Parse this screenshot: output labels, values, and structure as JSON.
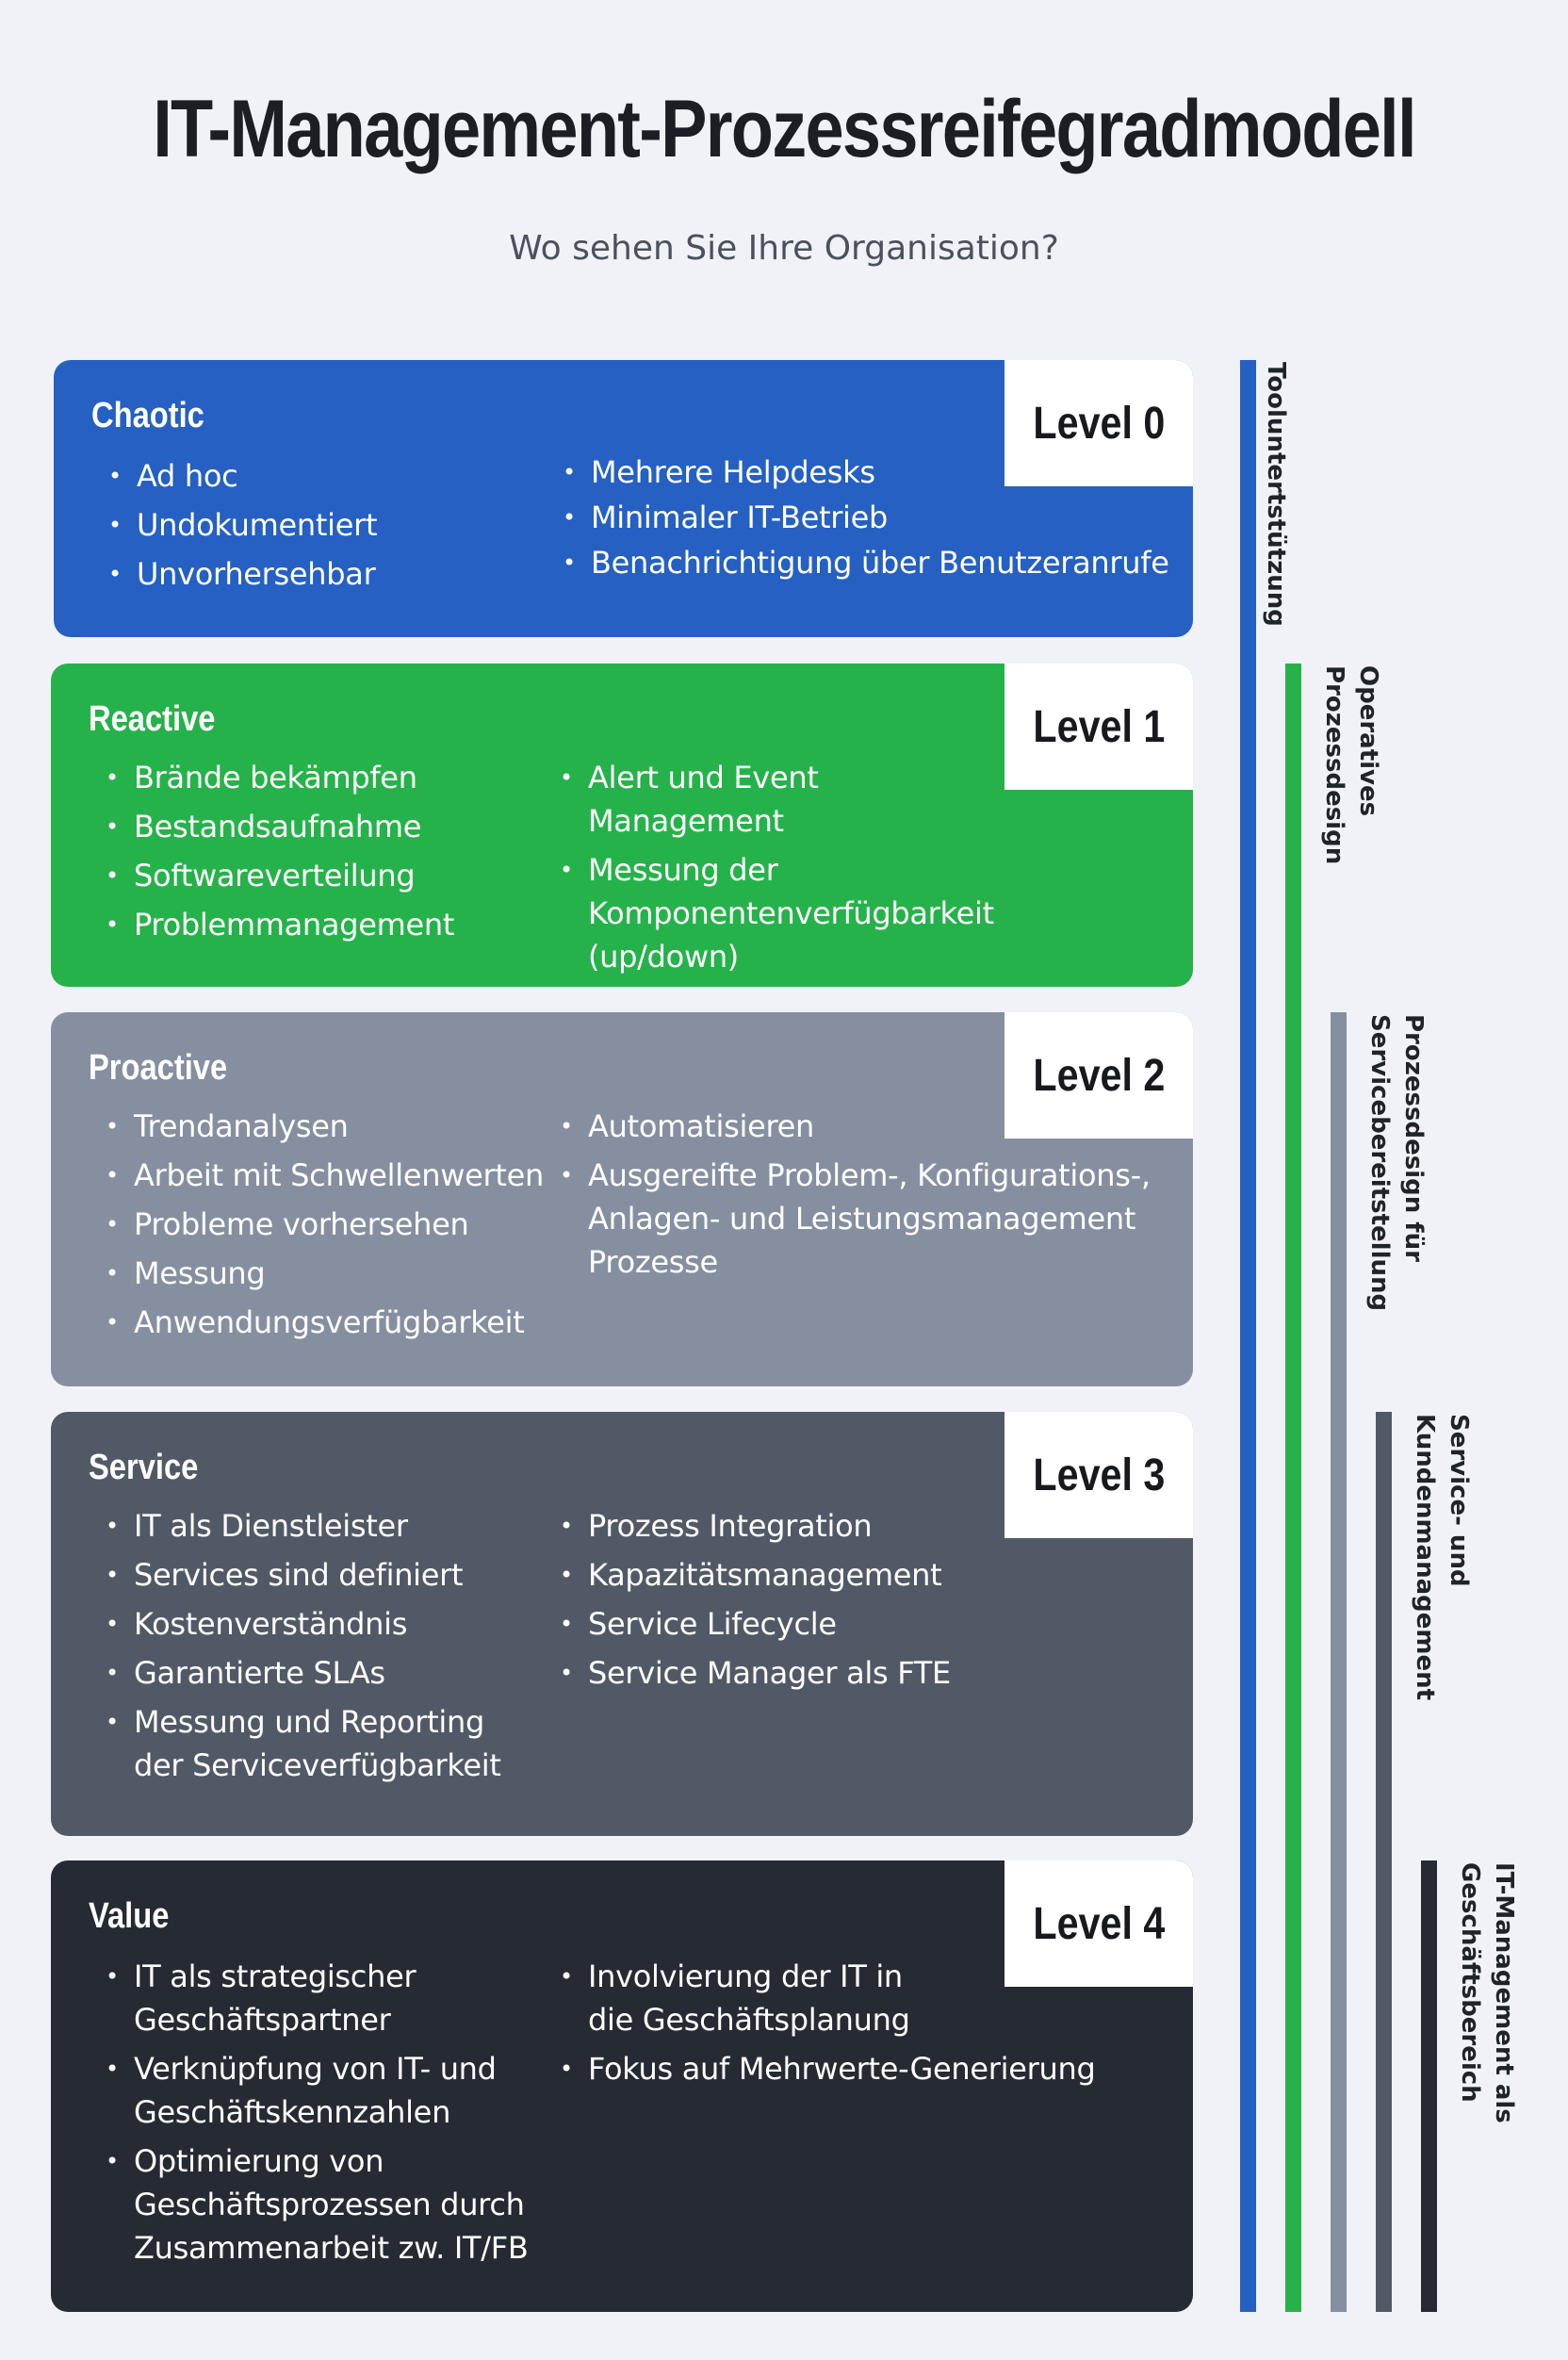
{
  "header": {
    "title": "IT-Management-Prozessreifegradmodell",
    "subtitle": "Wo sehen Sie Ihre Organisation?"
  },
  "levels": [
    {
      "name": "Chaotic",
      "level": "Level 0",
      "color": "#2560c2",
      "left_items": [
        "Ad hoc",
        "Undokumentiert",
        "Unvorhersehbar"
      ],
      "right_items": [
        "Mehrere Helpdesks",
        "Minimaler IT-Betrieb",
        "Benachrichtigung über Benutzeranrufe"
      ]
    },
    {
      "name": "Reactive",
      "level": "Level 1",
      "color": "#26b24a",
      "left_items": [
        "Brände bekämpfen",
        "Bestandsaufnahme",
        "Softwareverteilung",
        "Problemmanagement"
      ],
      "right_items": [
        "Alert und Event\nManagement",
        "Messung der Komponentenverfügbarkeit\n(up/down)"
      ]
    },
    {
      "name": "Proactive",
      "level": "Level 2",
      "color": "#868fa0",
      "left_items": [
        "Trendanalysen",
        "Arbeit mit Schwellenwerten",
        "Probleme vorhersehen",
        "Messung",
        "Anwendungsverfügbarkeit"
      ],
      "right_items": [
        "Automatisieren",
        "Ausgereifte Problem-, Konfigurations-,\nAnlagen- und Leistungsmanagement\nProzesse"
      ]
    },
    {
      "name": "Service",
      "level": "Level 3",
      "color": "#525966",
      "left_items": [
        "IT als Dienstleister",
        "Services sind definiert",
        "Kostenverständnis",
        "Garantierte SLAs",
        "Messung und Reporting\nder Serviceverfügbarkeit"
      ],
      "right_items": [
        "Prozess Integration",
        "Kapazitätsmanagement",
        "Service Lifecycle",
        "Service Manager als FTE"
      ]
    },
    {
      "name": "Value",
      "level": "Level 4",
      "color": "#262a32",
      "left_items": [
        "IT als strategischer\nGeschäftspartner",
        "Verknüpfung von IT- und\nGeschäftskennzahlen",
        "Optimierung von\nGeschäftsprozessen durch\nZusammenarbeit zw. IT/FB"
      ],
      "right_items": [
        "Involvierung der IT in\ndie Geschäftsplanung",
        "Fokus auf Mehrwerte-Generierung"
      ]
    }
  ],
  "side_bars": [
    {
      "label": "Tooluntertstützung",
      "color": "#2560c2"
    },
    {
      "label": "Operatives\nProzessdesign",
      "color": "#26b24a"
    },
    {
      "label": "Prozessdesign für\nServicebereitstellung",
      "color": "#868fa0"
    },
    {
      "label": "Service- und\nKundenmanagement",
      "color": "#525966"
    },
    {
      "label": "IT-Management als\nGeschäftsbereich",
      "color": "#262a32"
    }
  ]
}
